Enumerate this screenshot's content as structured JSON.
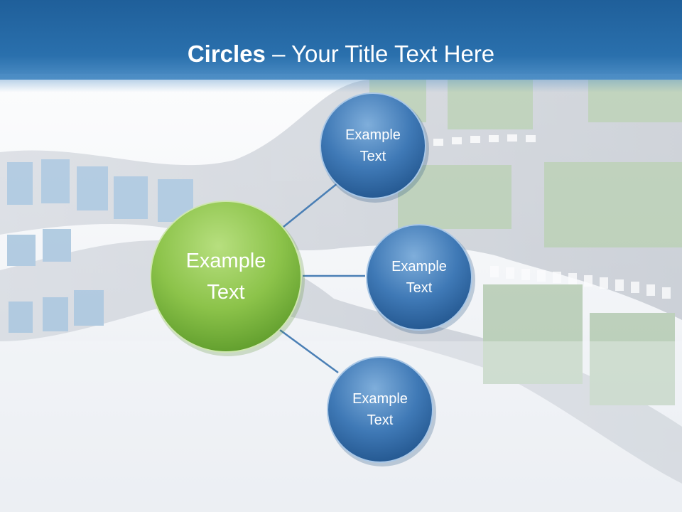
{
  "title": {
    "bold": "Circles",
    "rest": " – Your Title Text Here"
  },
  "center_node": {
    "label": "Example\nText",
    "color": "#8cc34a"
  },
  "satellites": [
    {
      "label": "Example\nText"
    },
    {
      "label": "Example\nText"
    },
    {
      "label": "Example\nText"
    }
  ],
  "colors": {
    "header": "#2a6aa8",
    "satellite": "#3f79b6",
    "connector": "#4a7fb5"
  }
}
